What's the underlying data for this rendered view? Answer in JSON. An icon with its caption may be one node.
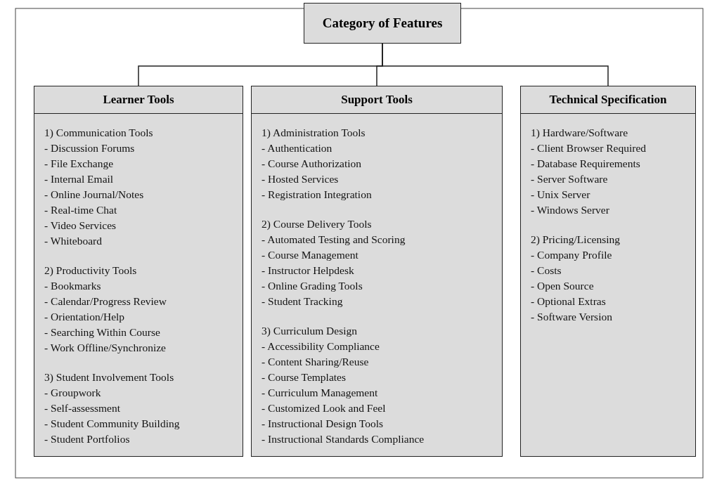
{
  "diagram": {
    "nodes": [
      {
        "text": [
          "Category of Features"
        ]
      },
      {
        "text": [
          "Learner Tools",
          "1) Communication Tools",
          "- Discussion Forums",
          "- File Exchange",
          "- Internal Email",
          "- Online Journal/Notes",
          "- Real-time Chat",
          "- Video Services",
          "- Whiteboard",
          "2) Productivity Tools",
          "- Bookmarks",
          "- Calendar/Progress Review",
          "- Orientation/Help",
          "- Searching Within Course",
          "- Work Offline/Synchronize",
          "3) Student Involvement Tools",
          "- Groupwork",
          "- Self-assessment",
          "- Student Community Building",
          "- Student Portfolios"
        ]
      },
      {
        "text": [
          "Support Tools",
          "1) Administration Tools",
          "- Authentication",
          "- Course Authorization",
          "- Hosted Services",
          "- Registration Integration",
          "2) Course Delivery Tools",
          "- Automated Testing and Scoring",
          "- Course Management",
          "- Instructor Helpdesk",
          "- Online Grading Tools",
          "- Student Tracking",
          "3) Curriculum Design",
          "- Accessibility Compliance",
          "- Content Sharing/Reuse",
          "- Course Templates",
          "- Curriculum Management",
          "- Customized Look and Feel",
          "- Instructional Design Tools",
          "- Instructional Standards Compliance"
        ]
      },
      {
        "text": [
          "Technical Specification",
          "1) Hardware/Software",
          "- Client Browser Required",
          "- Database Requirements",
          "- Server Software",
          "- Unix Server",
          "- Windows Server",
          "2) Pricing/Licensing",
          "- Company Profile",
          "- Costs",
          "- Open Source",
          "- Optional Extras",
          "- Software Version"
        ]
      }
    ],
    "edges": [
      {
        "from": 0,
        "to": 1,
        "arrow": "none"
      },
      {
        "from": 0,
        "to": 2,
        "arrow": "none"
      },
      {
        "from": 0,
        "to": 3,
        "arrow": "none"
      }
    ]
  }
}
